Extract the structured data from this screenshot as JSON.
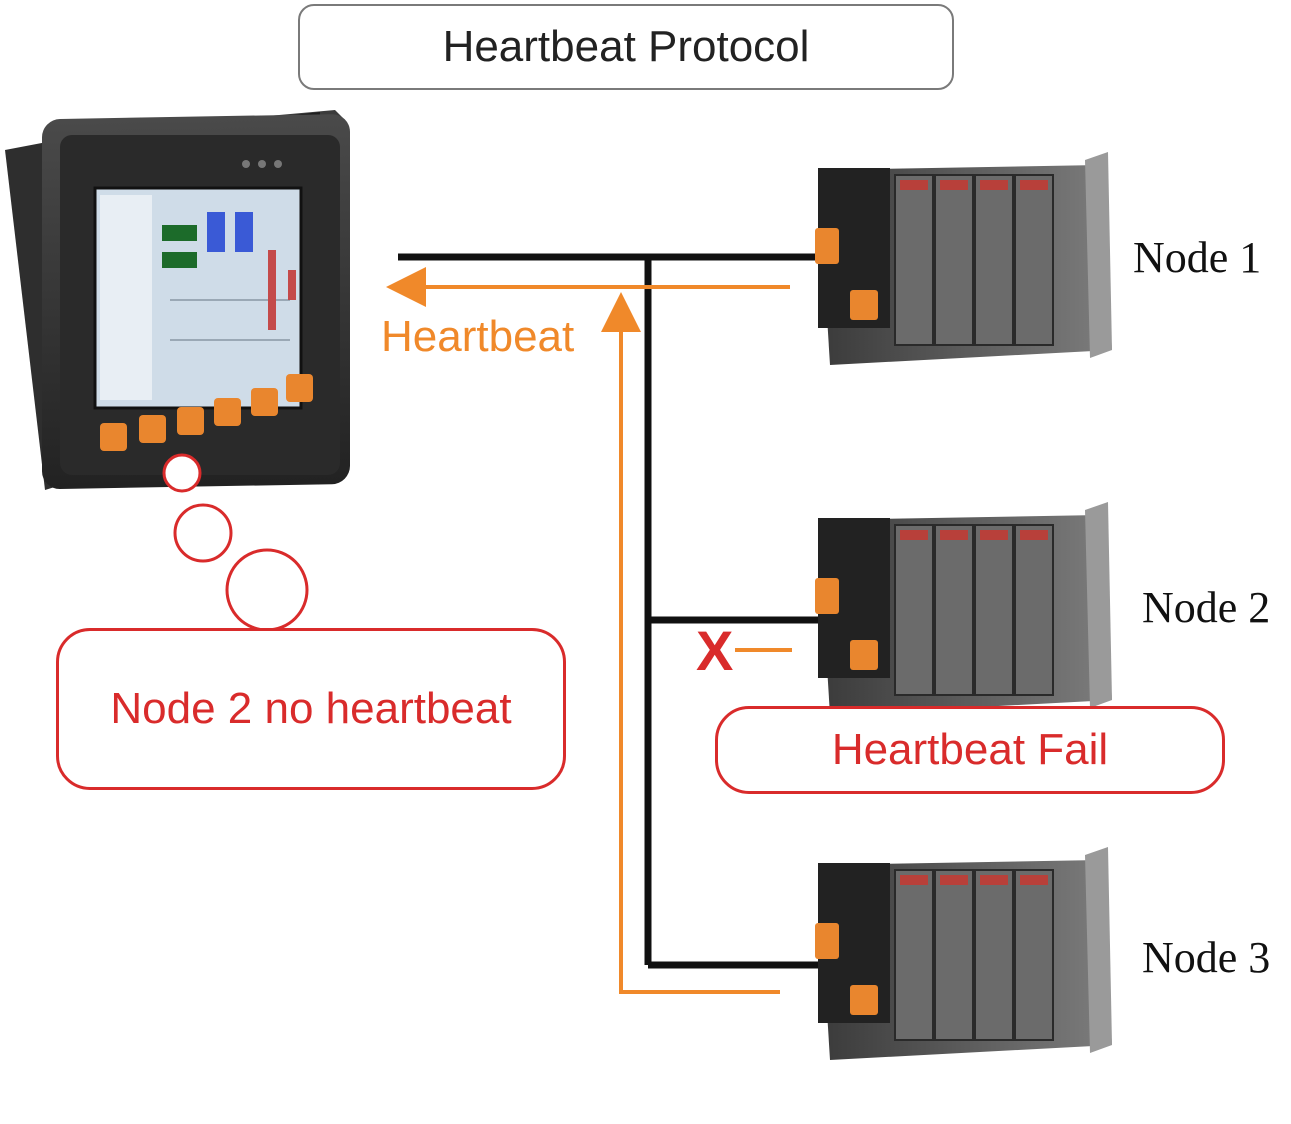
{
  "title": "Heartbeat Protocol",
  "nodes": [
    {
      "label": "Node 1"
    },
    {
      "label": "Node 2"
    },
    {
      "label": "Node 3"
    }
  ],
  "heartbeat_label": "Heartbeat",
  "fail_mark": "X",
  "callouts": {
    "controller_message": "Node 2 no heartbeat",
    "node_fail": "Heartbeat Fail"
  },
  "colors": {
    "bus": "#111111",
    "heartbeat": "#f0892a",
    "alert": "#d92b2b"
  }
}
